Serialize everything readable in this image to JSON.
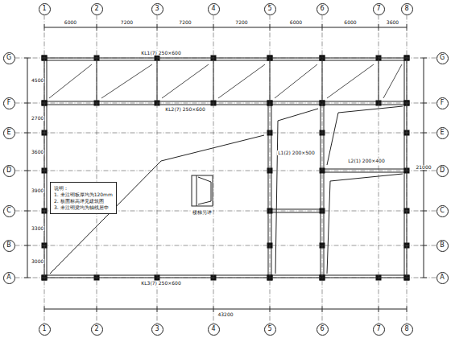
{
  "diagram": {
    "nodes": [
      {
        "text": [
          "1"
        ]
      },
      {
        "text": [
          "2"
        ]
      },
      {
        "text": [
          "3"
        ]
      },
      {
        "text": [
          "4"
        ]
      },
      {
        "text": [
          "5"
        ]
      },
      {
        "text": [
          "6"
        ]
      },
      {
        "text": [
          "7"
        ]
      },
      {
        "text": [
          "8"
        ]
      },
      {
        "text": [
          "1"
        ]
      },
      {
        "text": [
          "2"
        ]
      },
      {
        "text": [
          "3"
        ]
      },
      {
        "text": [
          "4"
        ]
      },
      {
        "text": [
          "5"
        ]
      },
      {
        "text": [
          "6"
        ]
      },
      {
        "text": [
          "7"
        ]
      },
      {
        "text": [
          "8"
        ]
      },
      {
        "text": [
          "G"
        ]
      },
      {
        "text": [
          "F"
        ]
      },
      {
        "text": [
          "E"
        ]
      },
      {
        "text": [
          "D"
        ]
      },
      {
        "text": [
          "C"
        ]
      },
      {
        "text": [
          "B"
        ]
      },
      {
        "text": [
          "A"
        ]
      },
      {
        "text": [
          "G"
        ]
      },
      {
        "text": [
          "F"
        ]
      },
      {
        "text": [
          "E"
        ]
      },
      {
        "text": [
          "D"
        ]
      },
      {
        "text": [
          "C"
        ]
      },
      {
        "text": [
          "B"
        ]
      },
      {
        "text": [
          "A"
        ]
      },
      {
        "text": [
          "说明：",
          "1. 未注明板厚均为120mm",
          "2. 板面标高详见建筑图",
          "3. 未注明梁均为轴线居中"
        ]
      }
    ],
    "edges": [
      {
        "from": 0,
        "to": 8,
        "arrow": "none"
      },
      {
        "from": 1,
        "to": 9,
        "arrow": "none"
      },
      {
        "from": 2,
        "to": 10,
        "arrow": "none"
      },
      {
        "from": 3,
        "to": 11,
        "arrow": "none"
      },
      {
        "from": 4,
        "to": 12,
        "arrow": "none"
      },
      {
        "from": 5,
        "to": 13,
        "arrow": "none"
      },
      {
        "from": 6,
        "to": 14,
        "arrow": "none"
      },
      {
        "from": 7,
        "to": 15,
        "arrow": "none"
      },
      {
        "from": 16,
        "to": 23,
        "arrow": "none"
      },
      {
        "from": 17,
        "to": 24,
        "arrow": "none"
      },
      {
        "from": 18,
        "to": 25,
        "arrow": "none"
      },
      {
        "from": 19,
        "to": 26,
        "arrow": "none"
      },
      {
        "from": 20,
        "to": 27,
        "arrow": "none"
      },
      {
        "from": 21,
        "to": 28,
        "arrow": "none"
      },
      {
        "from": 22,
        "to": 29,
        "arrow": "none"
      }
    ],
    "labels": [
      "6000",
      "7200",
      "7200",
      "7200",
      "6000",
      "6000",
      "3600",
      "43200",
      "4500",
      "2700",
      "3600",
      "3900",
      "3300",
      "3000",
      "21000",
      "KL1(7) 250×600",
      "KL2(7) 250×600",
      "KL3(7) 250×600",
      "L1(2) 200×500",
      "L2(1) 200×400",
      "楼梯另详"
    ]
  }
}
